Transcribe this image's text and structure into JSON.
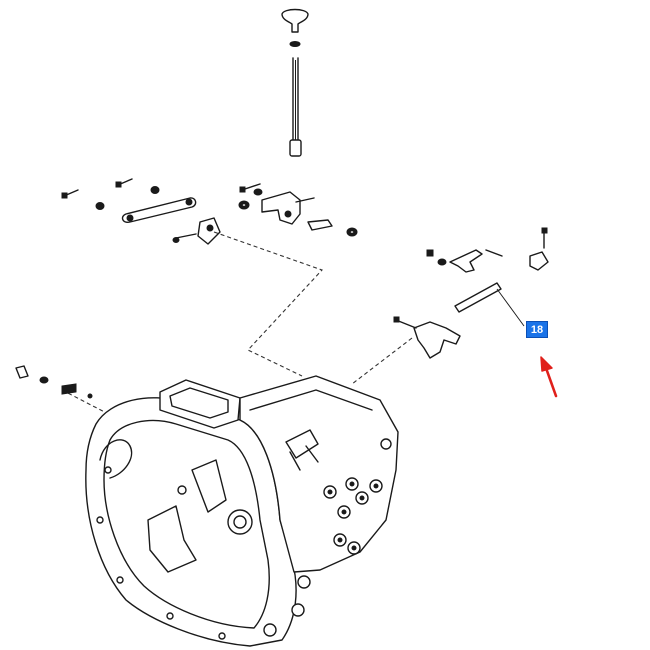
{
  "callout": {
    "label": "18",
    "color": "#1a73e8"
  },
  "arrow": {
    "color": "#e0201b"
  },
  "icons": [
    "gearbox-housing",
    "shift-lever",
    "shift-rod",
    "shift-fork",
    "bolt",
    "washer"
  ]
}
